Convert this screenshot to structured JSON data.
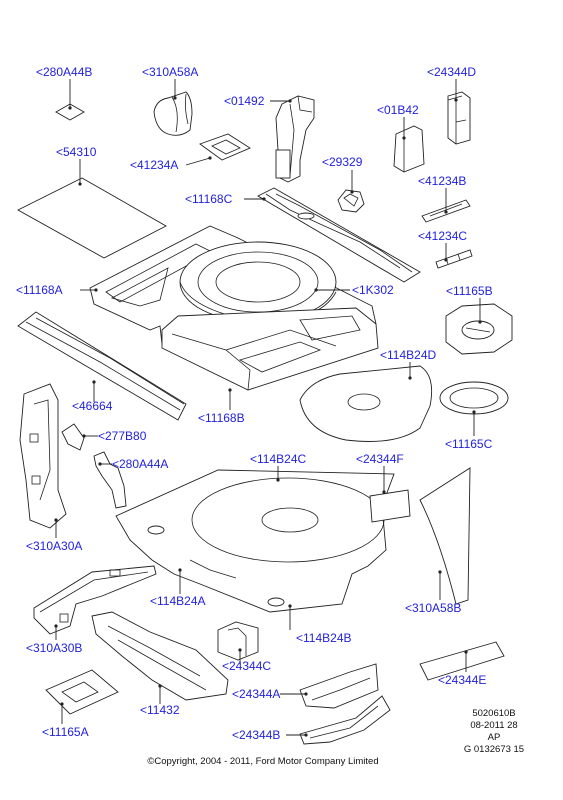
{
  "labels": {
    "280A44B": "<280A44B",
    "310A58A": "<310A58A",
    "24344D": "<24344D",
    "01492": "<01492",
    "01B42": "<01B42",
    "54310": "<54310",
    "41234A": "<41234A",
    "29329": "<29329",
    "41234B": "<41234B",
    "11168C": "<11168C",
    "41234C": "<41234C",
    "11168A": "<11168A",
    "1K302": "<1K302",
    "11165B": "<11165B",
    "114B24D": "<114B24D",
    "46664": "<46664",
    "11168B": "<11168B",
    "277B80": "<277B80",
    "11165C": "<11165C",
    "280A44A": "<280A44A",
    "114B24C": "<114B24C",
    "24344F": "<24344F",
    "310A30A": "<310A30A",
    "114B24A": "<114B24A",
    "310A58B": "<310A58B",
    "114B24B": "<114B24B",
    "310A30B": "<310A30B",
    "24344C": "<24344C",
    "24344E": "<24344E",
    "24344A": "<24344A",
    "11432": "<11432",
    "11165A": "<11165A",
    "24344B": "<24344B"
  },
  "meta": {
    "line1": "5020610B",
    "line2": "08-2011 28",
    "line3": "AP",
    "line4": "G 0132673 15"
  },
  "copyright": "©Copyright, 2004 - 2011, Ford Motor Company Limited",
  "colors": {
    "label": "#2222dd",
    "line": "#222222",
    "background": "#ffffff"
  }
}
